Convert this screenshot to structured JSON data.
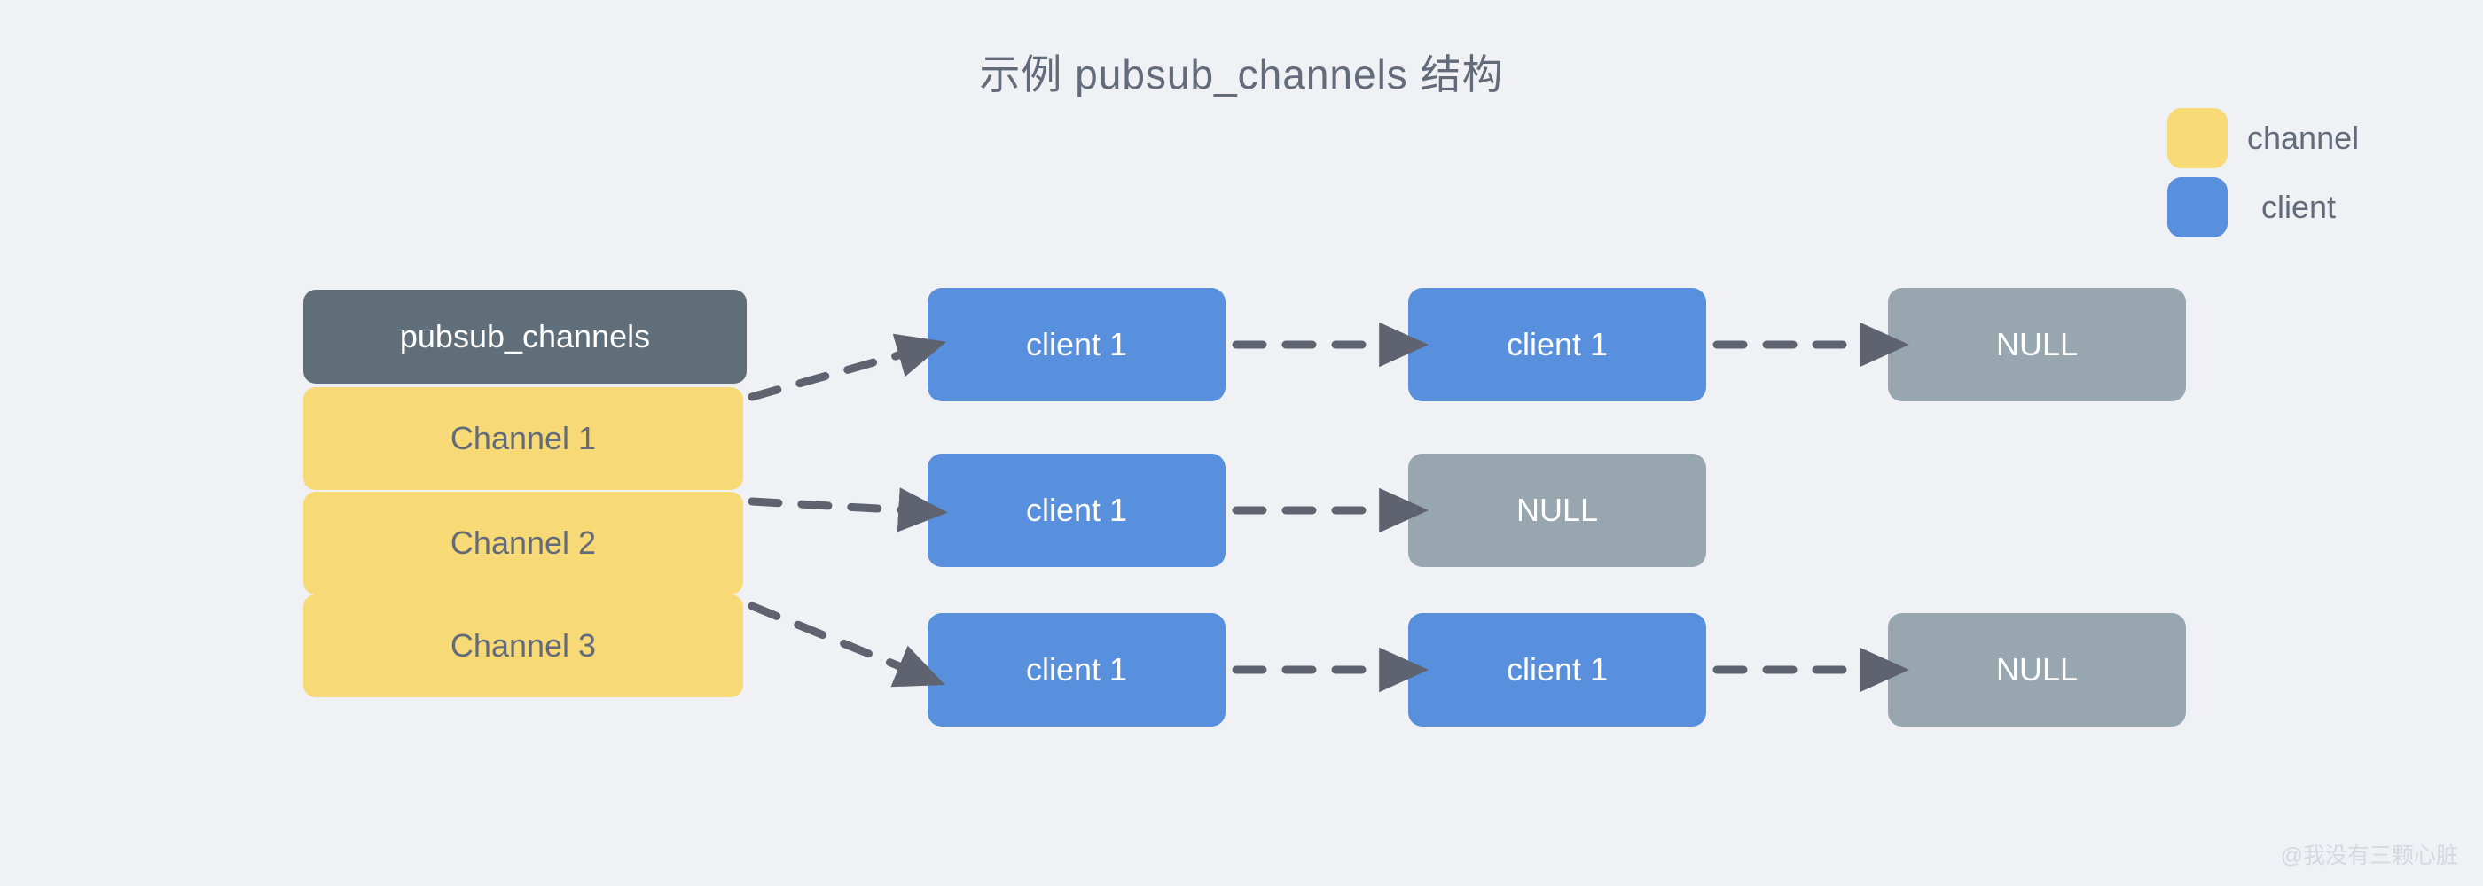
{
  "title": "示例 pubsub_channels 结构",
  "background_color": "#eff1f5",
  "colors": {
    "channel": "#f7d976",
    "client": "#5890de",
    "null": "#97a6af",
    "header": "#5f6e78",
    "text": "#636b7a",
    "arrow": "#5f6370"
  },
  "legend": {
    "items": [
      {
        "label": "channel",
        "color": "#f7d976"
      },
      {
        "label": "client",
        "color": "#5890de"
      }
    ]
  },
  "table": {
    "header": "pubsub_channels",
    "channels": [
      {
        "name": "Channel 1"
      },
      {
        "name": "Channel 2"
      },
      {
        "name": "Channel 3"
      }
    ]
  },
  "rows": [
    {
      "channel": "Channel 1",
      "nodes": [
        {
          "label": "client 1",
          "type": "client"
        },
        {
          "label": "client 1",
          "type": "client"
        },
        {
          "label": "NULL",
          "type": "null"
        }
      ]
    },
    {
      "channel": "Channel 2",
      "nodes": [
        {
          "label": "client 1",
          "type": "client"
        },
        {
          "label": "NULL",
          "type": "null"
        }
      ]
    },
    {
      "channel": "Channel 3",
      "nodes": [
        {
          "label": "client 1",
          "type": "client"
        },
        {
          "label": "client 1",
          "type": "client"
        },
        {
          "label": "NULL",
          "type": "null"
        }
      ]
    }
  ],
  "watermark": "@我没有三颗心脏"
}
